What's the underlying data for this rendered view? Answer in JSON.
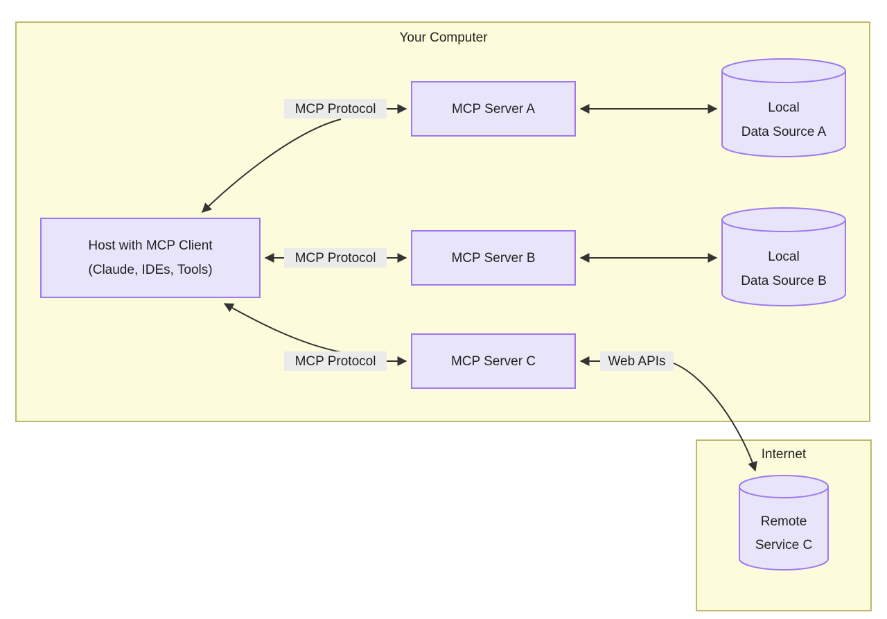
{
  "diagram": {
    "type": "architecture-flowchart",
    "title_visible": false,
    "groups": [
      {
        "id": "your-computer",
        "label": "Your Computer",
        "fill": "#fcfbdb",
        "stroke": "#bdb76b"
      },
      {
        "id": "internet",
        "label": "Internet",
        "fill": "#fcfbdb",
        "stroke": "#bdb76b"
      }
    ],
    "nodes": [
      {
        "id": "host",
        "shape": "rect",
        "lines": [
          "Host with MCP Client",
          "(Claude, IDEs, Tools)"
        ],
        "fill": "#e8e5fb",
        "stroke": "#9d78f0"
      },
      {
        "id": "server-a",
        "shape": "rect",
        "lines": [
          "MCP Server A"
        ],
        "fill": "#e8e5fb",
        "stroke": "#9d78f0"
      },
      {
        "id": "server-b",
        "shape": "rect",
        "lines": [
          "MCP Server B"
        ],
        "fill": "#e8e5fb",
        "stroke": "#9d78f0"
      },
      {
        "id": "server-c",
        "shape": "rect",
        "lines": [
          "MCP Server C"
        ],
        "fill": "#e8e5fb",
        "stroke": "#9d78f0"
      },
      {
        "id": "data-source-a",
        "shape": "cylinder",
        "lines": [
          "Local",
          "Data Source A"
        ],
        "fill": "#e8e5fb",
        "stroke": "#9d78f0"
      },
      {
        "id": "data-source-b",
        "shape": "cylinder",
        "lines": [
          "Local",
          "Data Source B"
        ],
        "fill": "#e8e5fb",
        "stroke": "#9d78f0"
      },
      {
        "id": "remote-service-c",
        "shape": "cylinder",
        "lines": [
          "Remote",
          "Service C"
        ],
        "fill": "#e8e5fb",
        "stroke": "#9d78f0"
      }
    ],
    "edge_labels": {
      "mcp_protocol_a": "MCP Protocol",
      "mcp_protocol_b": "MCP Protocol",
      "mcp_protocol_c": "MCP Protocol",
      "web_apis": "Web APIs"
    },
    "edges": [
      {
        "id": "host-to-server-a",
        "from": "host",
        "to": "server-a",
        "label": "MCP Protocol",
        "direction": "bidirectional-curved"
      },
      {
        "id": "host-to-server-b",
        "from": "host",
        "to": "server-b",
        "label": "MCP Protocol",
        "direction": "bidirectional"
      },
      {
        "id": "host-to-server-c",
        "from": "host",
        "to": "server-c",
        "label": "MCP Protocol",
        "direction": "bidirectional-curved"
      },
      {
        "id": "server-a-to-data-source-a",
        "from": "server-a",
        "to": "data-source-a",
        "label": "",
        "direction": "bidirectional"
      },
      {
        "id": "server-b-to-data-source-b",
        "from": "server-b",
        "to": "data-source-b",
        "label": "",
        "direction": "bidirectional"
      },
      {
        "id": "server-c-to-remote-service-c",
        "from": "server-c",
        "to": "remote-service-c",
        "label": "Web APIs",
        "direction": "bidirectional-curved"
      }
    ],
    "colors": {
      "group_fill": "#fcfbdb",
      "group_stroke": "#bdb76b",
      "node_fill": "#e8e5fb",
      "node_stroke": "#9d78f0",
      "edge_stroke": "#333333",
      "label_bg": "#ebebeb",
      "text": "#1f1f1f",
      "canvas": "#ffffff"
    }
  }
}
